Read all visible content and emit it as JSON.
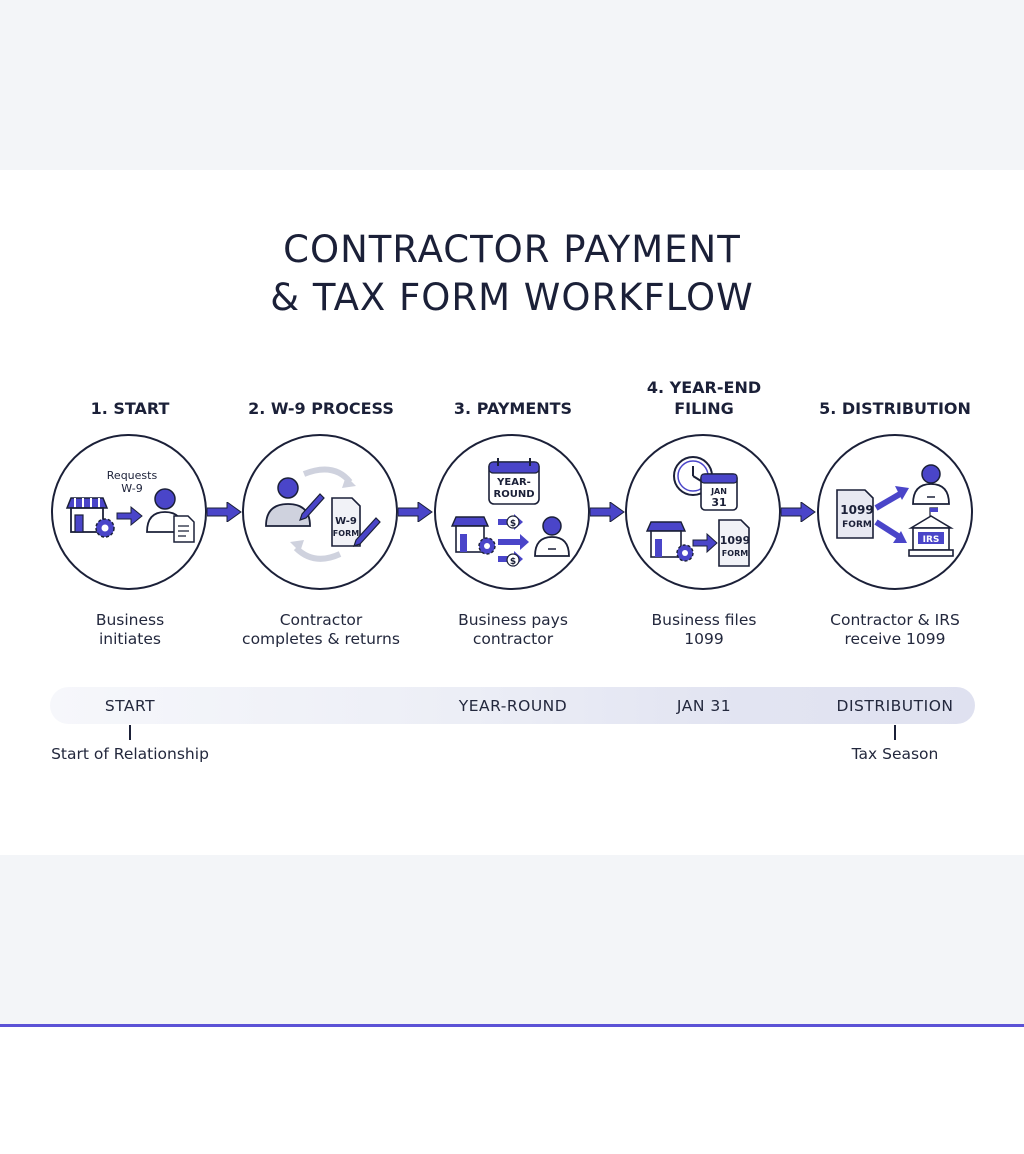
{
  "title": {
    "line1": "CONTRACTOR PAYMENT",
    "line2": "& TAX FORM WORKFLOW"
  },
  "colors": {
    "accent": "#4a45c9",
    "ink": "#1b2038",
    "band": "#f3f5f8"
  },
  "steps": [
    {
      "title": "1. START",
      "description_line1": "Business",
      "description_line2": "initiates",
      "icon_text": [
        "Requests",
        "W-9"
      ],
      "icons": [
        "storefront-icon",
        "gear-icon",
        "arrow-right-icon",
        "person-icon",
        "document-icon"
      ]
    },
    {
      "title": "2. W-9 PROCESS",
      "description_line1": "Contractor",
      "description_line2": "completes & returns",
      "icon_text": [
        "W-9",
        "FORM"
      ],
      "icons": [
        "person-with-pen-icon",
        "cycle-arrows-icon",
        "form-icon",
        "pen-icon"
      ]
    },
    {
      "title": "3. PAYMENTS",
      "description_line1": "Business pays",
      "description_line2": "contractor",
      "icon_text": [
        "YEAR-",
        "ROUND",
        "$",
        "$"
      ],
      "icons": [
        "calendar-icon",
        "storefront-icon",
        "gear-icon",
        "dollar-arrow-icon",
        "person-icon"
      ]
    },
    {
      "title_line1": "4. YEAR-END",
      "title_line2": "FILING",
      "description_line1": "Business files",
      "description_line2": "1099",
      "icon_text": [
        "JAN",
        "31",
        "1099",
        "FORM"
      ],
      "icons": [
        "clock-icon",
        "calendar-icon",
        "storefront-icon",
        "gear-icon",
        "form-icon"
      ]
    },
    {
      "title": "5. DISTRIBUTION",
      "description_line1": "Contractor & IRS",
      "description_line2": "receive 1099",
      "icon_text": [
        "1099",
        "FORM",
        "IRS"
      ],
      "icons": [
        "form-icon",
        "arrow-split-icon",
        "person-icon",
        "government-building-icon"
      ]
    }
  ],
  "timeline": {
    "labels": [
      "START",
      "YEAR-ROUND",
      "JAN 31",
      "DISTRIBUTION"
    ],
    "markers": [
      "Start of Relationship",
      "Tax Season"
    ]
  }
}
